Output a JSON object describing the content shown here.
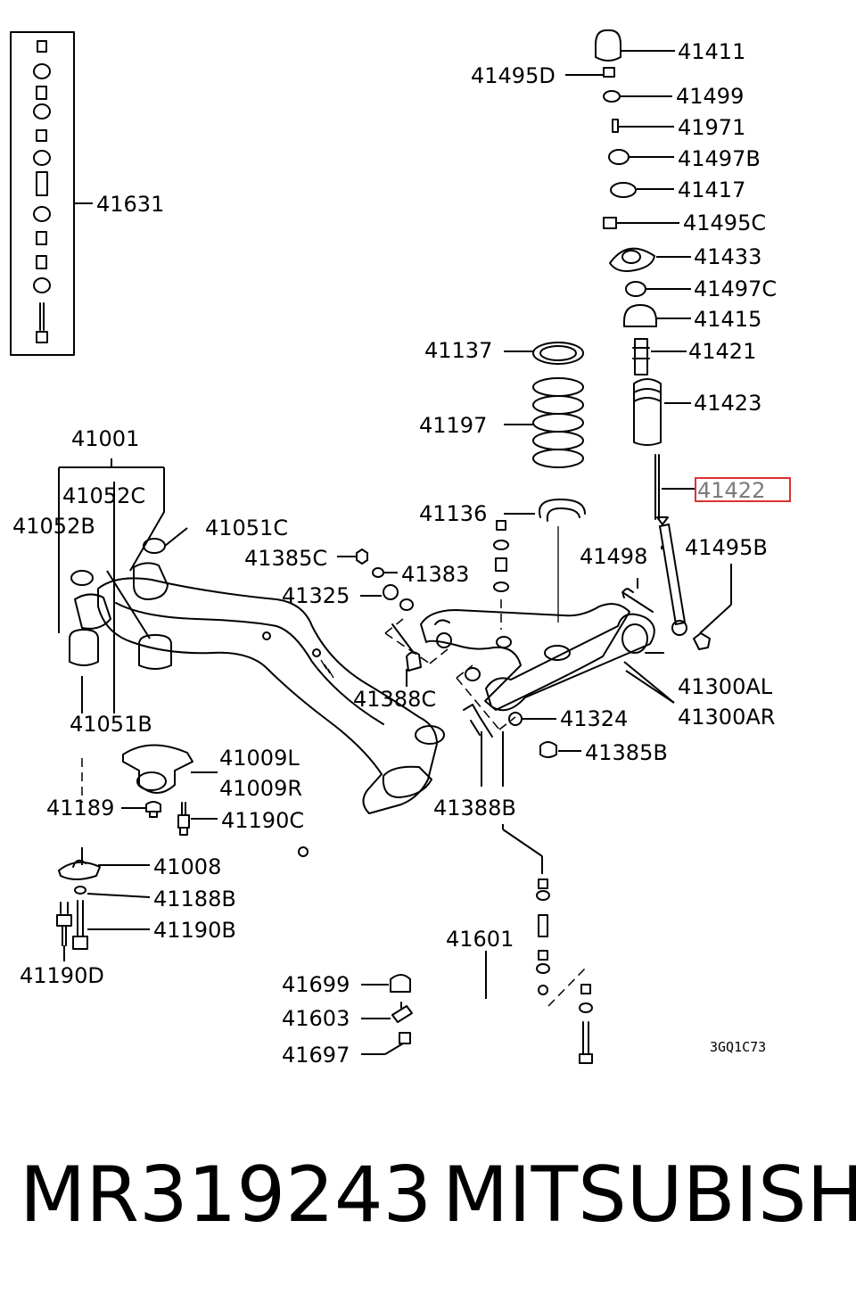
{
  "diagram": {
    "drawing_code": "3GQ1C73",
    "highlighted_part": "41422",
    "highlight_color": "#e03030",
    "labels": [
      {
        "id": "41411",
        "text": "41411"
      },
      {
        "id": "41495D",
        "text": "41495D"
      },
      {
        "id": "41499",
        "text": "41499"
      },
      {
        "id": "41971",
        "text": "41971"
      },
      {
        "id": "41497B",
        "text": "41497B"
      },
      {
        "id": "41417",
        "text": "41417"
      },
      {
        "id": "41495C",
        "text": "41495C"
      },
      {
        "id": "41433",
        "text": "41433"
      },
      {
        "id": "41497C",
        "text": "41497C"
      },
      {
        "id": "41415",
        "text": "41415"
      },
      {
        "id": "41421",
        "text": "41421"
      },
      {
        "id": "41137",
        "text": "41137"
      },
      {
        "id": "41423",
        "text": "41423"
      },
      {
        "id": "41197",
        "text": "41197"
      },
      {
        "id": "41631",
        "text": "41631"
      },
      {
        "id": "41001",
        "text": "41001"
      },
      {
        "id": "41052C",
        "text": "41052C"
      },
      {
        "id": "41052B",
        "text": "41052B"
      },
      {
        "id": "41051C",
        "text": "41051C"
      },
      {
        "id": "41422",
        "text": "41422"
      },
      {
        "id": "41136",
        "text": "41136"
      },
      {
        "id": "41385C",
        "text": "41385C"
      },
      {
        "id": "41383",
        "text": "41383"
      },
      {
        "id": "41498",
        "text": "41498"
      },
      {
        "id": "41495B",
        "text": "41495B"
      },
      {
        "id": "41325",
        "text": "41325"
      },
      {
        "id": "41300AL",
        "text": "41300AL"
      },
      {
        "id": "41300AR",
        "text": "41300AR"
      },
      {
        "id": "41388C",
        "text": "41388C"
      },
      {
        "id": "41324",
        "text": "41324"
      },
      {
        "id": "41051B",
        "text": "41051B"
      },
      {
        "id": "41385B",
        "text": "41385B"
      },
      {
        "id": "41009L",
        "text": "41009L"
      },
      {
        "id": "41009R",
        "text": "41009R"
      },
      {
        "id": "41189",
        "text": "41189"
      },
      {
        "id": "41388B",
        "text": "41388B"
      },
      {
        "id": "41190C",
        "text": "41190C"
      },
      {
        "id": "41008",
        "text": "41008"
      },
      {
        "id": "41188B",
        "text": "41188B"
      },
      {
        "id": "41190B",
        "text": "41190B"
      },
      {
        "id": "41601",
        "text": "41601"
      },
      {
        "id": "41190D",
        "text": "41190D"
      },
      {
        "id": "41699",
        "text": "41699"
      },
      {
        "id": "41603",
        "text": "41603"
      },
      {
        "id": "41697",
        "text": "41697"
      }
    ]
  },
  "footer": {
    "part_number": "MR319243",
    "brand": "MITSUBISHI"
  }
}
